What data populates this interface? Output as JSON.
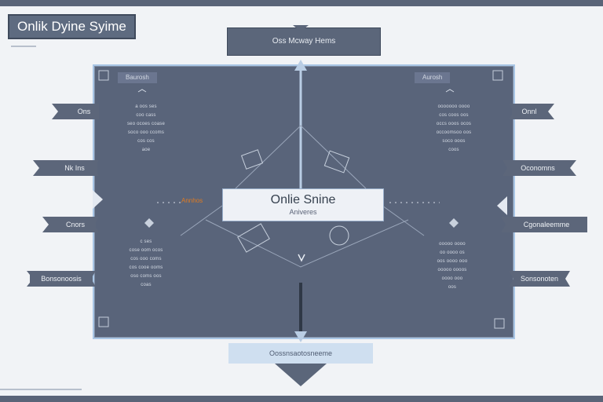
{
  "header": {
    "title": "Onlik Dyine Syime"
  },
  "top_banner": {
    "label": "Oss Mcway Hems"
  },
  "center": {
    "title": "Onlie Snine",
    "subtitle": "Aniveres"
  },
  "panels": {
    "left_tab": "Baurosh",
    "right_tab": "Aurosh"
  },
  "left_labels": [
    "Ons",
    "Nk Ins",
    "Cnors",
    "Bonsonoosis"
  ],
  "right_labels": [
    "Onnl",
    "Oconomns",
    "Cgonaleemme",
    "Sonsonoten"
  ],
  "orange_label": "Annhos",
  "bottom_banner": {
    "label": "Oossnsaotosneeme"
  },
  "text_blocks": {
    "upper_left": [
      "a oos ses",
      "coo cass",
      "seo ocoes coase",
      "soco ooo ccoms",
      "cos cos",
      "aoe"
    ],
    "lower_left": [
      "c ses",
      "cose oom ocos",
      "cos ooo coms",
      "cos cooe ooms",
      "oso coms oos",
      "coas"
    ],
    "upper_right": [
      "ooooooo oooo",
      "cos coos oos",
      "occs ooos ocos",
      "occoomsoo oos",
      "soco ooos",
      "coos"
    ],
    "lower_right": [
      "ooooo oooo",
      "oo oooo os",
      "oos oooo ooo",
      "ooooo oooos",
      "oooo ooo",
      "oos"
    ]
  },
  "colors": {
    "board": "#59647a",
    "banner": "#5b667a",
    "accent_orange": "#e07b20",
    "board_border": "#a9c6e6"
  }
}
